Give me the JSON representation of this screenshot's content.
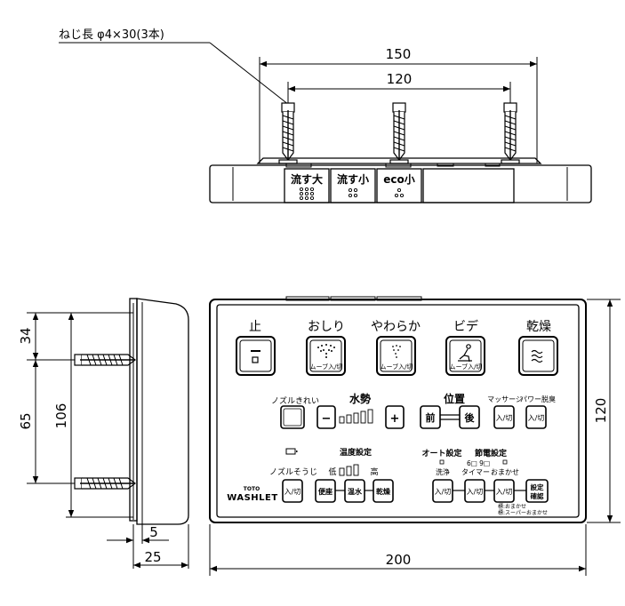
{
  "screw_note": "ねじ長 φ4×30(3本)",
  "top_view": {
    "dim_outer": "150",
    "dim_inner": "120",
    "buttons": [
      {
        "label": "流す大"
      },
      {
        "label": "流す小"
      },
      {
        "label": "eco小"
      }
    ]
  },
  "side_view": {
    "dim_top": "34",
    "dim_mid": "65",
    "dim_total": "106",
    "dim_depth1": "5",
    "dim_depth2": "25"
  },
  "front": {
    "dim_width": "200",
    "dim_height": "120",
    "top_labels": [
      "止",
      "おしり",
      "やわらか",
      "ビデ",
      "乾燥"
    ],
    "move_label": "ムーブ入/切",
    "nozzle_clean": "ノズルきれい",
    "water_force": "水勢",
    "position": "位置",
    "massage": "マッサージ",
    "power_dry": "パワー脱臭",
    "on_off": "入/切",
    "minus": "−",
    "plus": "+",
    "front_btn": "前",
    "back_btn": "後",
    "temp_setting": "温度設定",
    "low": "低",
    "high": "高",
    "seat": "便座",
    "warm_water": "温水",
    "dry": "乾燥",
    "nozzle_cleaning": "ノズルそうじ",
    "auto_setting": "オート設定",
    "power_saving": "節電設定",
    "power_saving_hours": "6□ 9□",
    "wash": "洗浄",
    "timer": "タイマー",
    "omakase": "おまかせ",
    "confirm_l1": "設定",
    "confirm_l2": "確認",
    "note1": "標:おまかせ",
    "note2": "標:スーパーおまかせ",
    "brand_top": "TOTO",
    "brand": "WASHLET"
  }
}
